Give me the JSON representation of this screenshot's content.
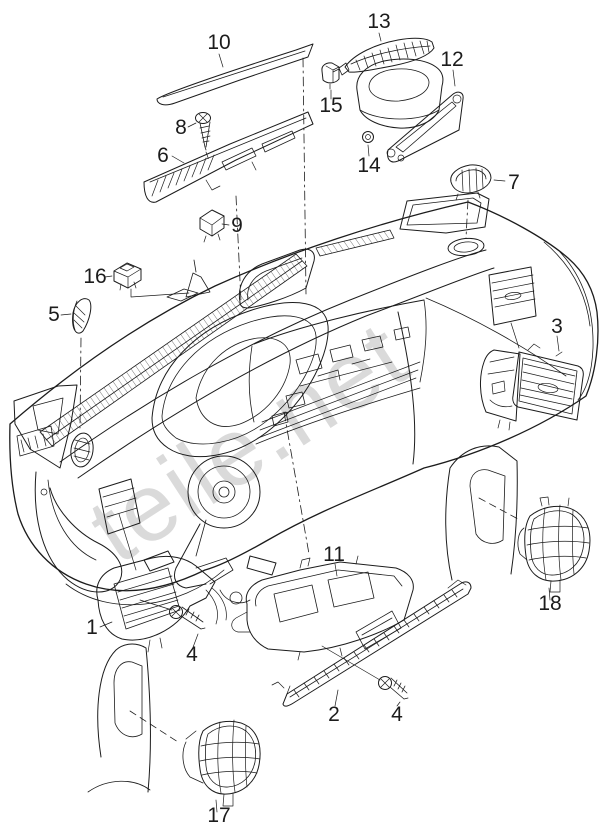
{
  "diagram": {
    "watermark": "teile.net",
    "palette": {
      "background": "#ffffff",
      "line": "#1c1c1c",
      "watermark": "#c2c2c2"
    },
    "callouts": [
      {
        "label": "10"
      },
      {
        "label": "13"
      },
      {
        "label": "12"
      },
      {
        "label": "15"
      },
      {
        "label": "8"
      },
      {
        "label": "6"
      },
      {
        "label": "14"
      },
      {
        "label": "7"
      },
      {
        "label": "9"
      },
      {
        "label": "16"
      },
      {
        "label": "5"
      },
      {
        "label": "3"
      },
      {
        "label": "1"
      },
      {
        "label": "4"
      },
      {
        "label": "11"
      },
      {
        "label": "2"
      },
      {
        "label": "4"
      },
      {
        "label": "18"
      },
      {
        "label": "17"
      }
    ]
  }
}
